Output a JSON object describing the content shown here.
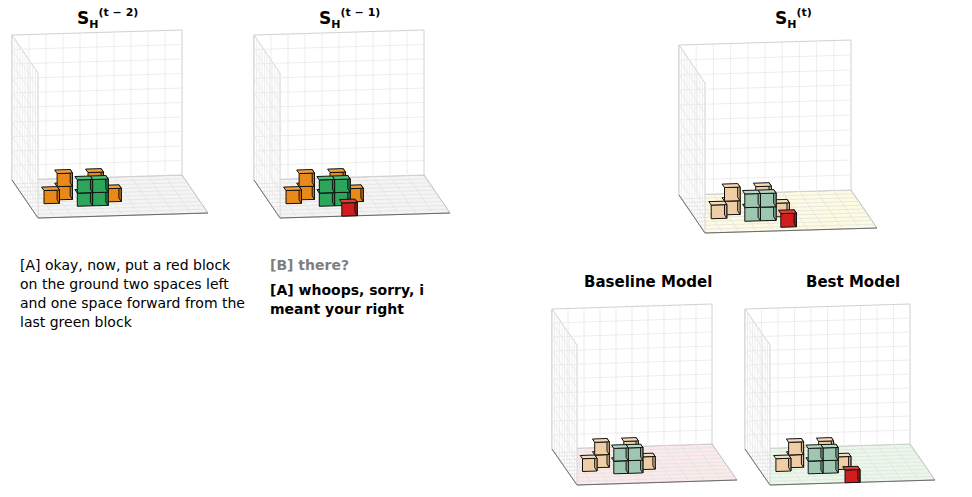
{
  "diagram": {
    "labels": [
      "S",
      "H",
      "(t − 2)",
      "S",
      "H",
      "(t − 1)",
      "S",
      "H",
      "(t)",
      "[A] okay, now, put a red block on the ground two spaces left and one space forward from the last green block",
      "[B] there?",
      "[A] whoops, sorry, i meant your right",
      "Baseline Model",
      "Best Model"
    ]
  }
}
